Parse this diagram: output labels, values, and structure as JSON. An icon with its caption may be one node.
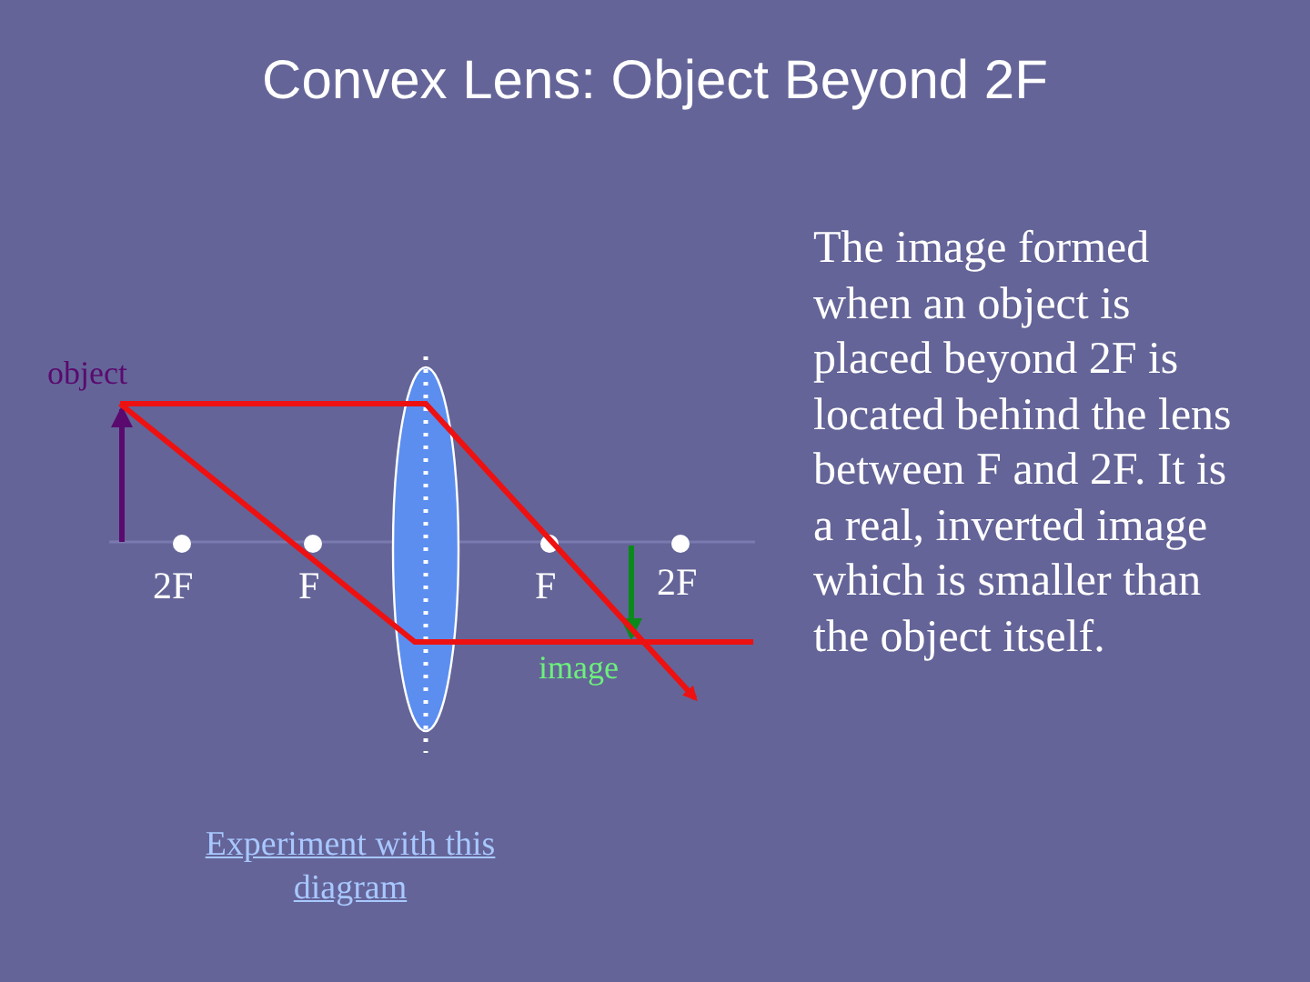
{
  "diagram": {
    "title": "Convex Lens: Object Beyond 2F",
    "labels": [
      "object",
      "2F",
      "F",
      "F",
      "2F",
      "image",
      "The image formed when an object is placed beyond 2F is located behind the lens between F and 2F.  It is a real, inverted image which is smaller than the object itself.",
      "Experiment with this diagram"
    ]
  }
}
